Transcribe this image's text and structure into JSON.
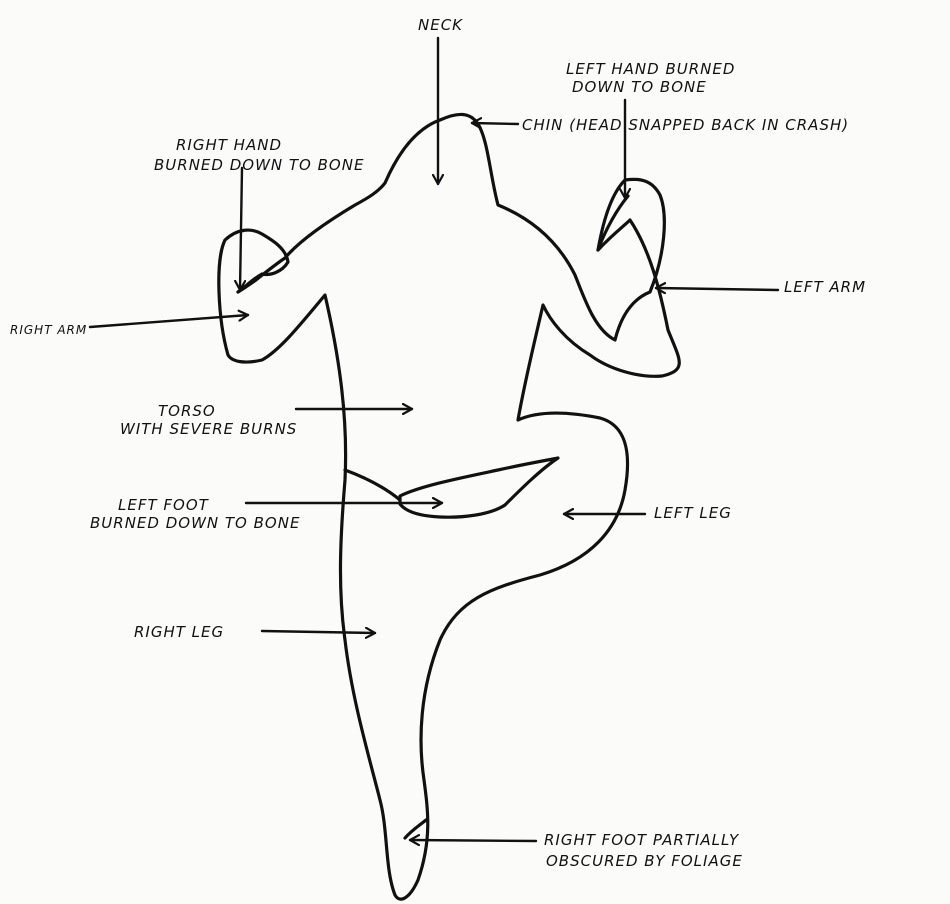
{
  "labels": {
    "neck": "NECK",
    "left_hand_1": "LEFT HAND BURNED",
    "left_hand_2": "DOWN TO BONE",
    "chin": "CHIN (HEAD SNAPPED BACK IN CRASH)",
    "right_hand_1": "RIGHT HAND",
    "right_hand_2": "BURNED DOWN TO BONE",
    "left_arm": "LEFT ARM",
    "right_arm": "RIGHT ARM",
    "torso_1": "TORSO",
    "torso_2": "WITH SEVERE BURNS",
    "left_foot_1": "LEFT FOOT",
    "left_foot_2": "BURNED DOWN TO BONE",
    "left_leg": "LEFT LEG",
    "right_leg": "RIGHT LEG",
    "right_foot_1": "RIGHT FOOT PARTIALLY",
    "right_foot_2": "OBSCURED BY FOLIAGE"
  }
}
